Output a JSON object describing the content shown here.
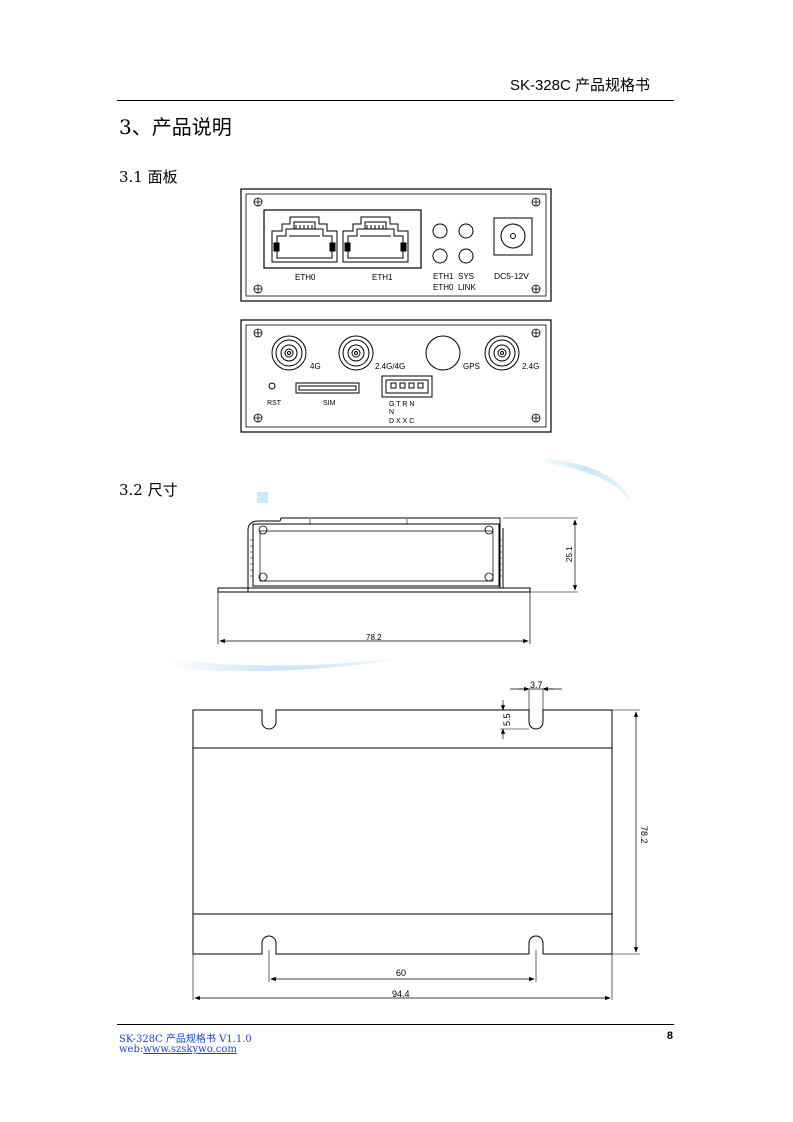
{
  "header": {
    "title": "SK-328C 产品规格书"
  },
  "section": {
    "title": "3、产品说明"
  },
  "sub1": {
    "title": "3.1 面板"
  },
  "sub2": {
    "title": "3.2 尺寸"
  },
  "panel_front": {
    "eth0": "ETH0",
    "eth1": "ETH1",
    "led_top_left": "ETH1",
    "led_top_right": "SYS",
    "led_bottom_left": "ETH0",
    "led_bottom_right": "LINK",
    "dc": "DC5-12V"
  },
  "panel_back": {
    "ant_4g": "4G",
    "ant_24g4g": "2.4G/4G",
    "ant_gps": "GPS",
    "ant_24g": "2.4G",
    "rst": "RST",
    "sim": "SIM",
    "pins_row1": "G T R N",
    "pins_row2": "N",
    "pins_row3": "D X X C"
  },
  "dims_side": {
    "width": "78.2",
    "height": "25.1"
  },
  "dims_top": {
    "slot_w": "3.7",
    "slot_d": "5.5",
    "depth": "78.2",
    "hole_span": "60",
    "width": "94.4"
  },
  "footer": {
    "doc": "SK-328C 产品规格书 V1.1.0",
    "web_label": "web:",
    "web_url": "www.szskywo.com",
    "page": "8"
  }
}
